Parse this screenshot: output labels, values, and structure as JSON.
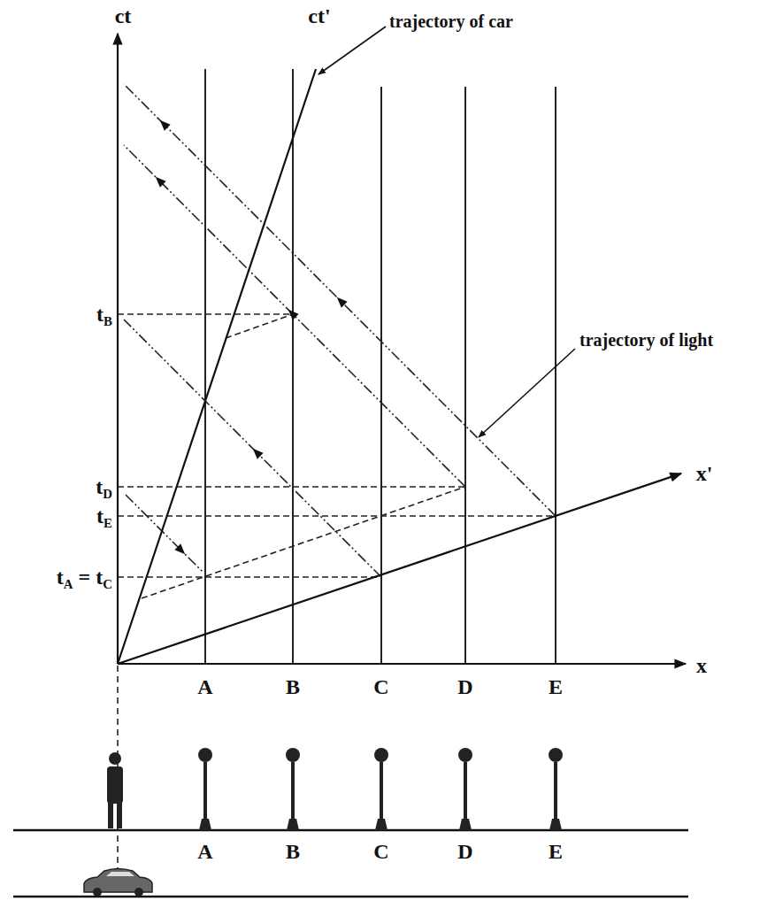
{
  "diagram": {
    "labels": [
      "ct",
      "ct'",
      "trajectory of car",
      "tB",
      "trajectory of light",
      "tD",
      "x'",
      "tE",
      "tA = tC",
      "x",
      "A",
      "B",
      "C",
      "D",
      "E",
      "A",
      "B",
      "C",
      "D",
      "E"
    ]
  }
}
